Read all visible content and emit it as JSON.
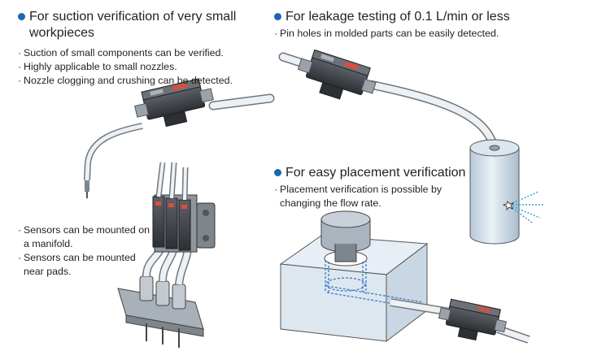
{
  "sections": {
    "suction": {
      "heading": "For suction verification of very small workpieces",
      "bullets": [
        "Suction of small components can be verified.",
        "Highly applicable to small nozzles.",
        "Nozzle clogging and crushing can be detected."
      ]
    },
    "manifold": {
      "bullets": [
        "Sensors can be mounted on a manifold.",
        "Sensors can be mounted near pads."
      ]
    },
    "leakage": {
      "heading": "For leakage testing of 0.1 L/min or less",
      "bullets": [
        "Pin holes in molded parts can be easily detected."
      ]
    },
    "placement": {
      "heading": "For easy placement verification",
      "bullets": [
        "Placement verification is possible by changing the flow rate."
      ]
    }
  },
  "colors": {
    "accent": "#1a66b3",
    "text": "#231f20",
    "part_fill": "#dde7f0",
    "sensor_body": "#3a3d42"
  }
}
